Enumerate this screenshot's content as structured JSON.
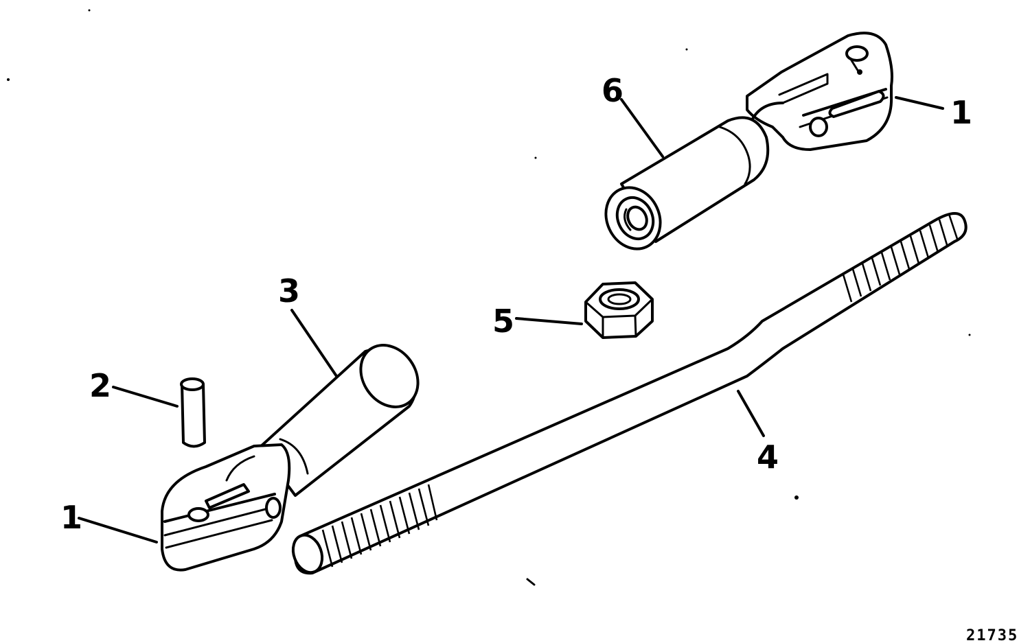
{
  "callouts": {
    "c1_top": "1",
    "c1_bottom": "1",
    "c2": "2",
    "c3": "3",
    "c4": "4",
    "c5": "5",
    "c6": "6"
  },
  "figure_number": "21735",
  "colors": {
    "line": "#000000",
    "background": "#ffffff"
  }
}
